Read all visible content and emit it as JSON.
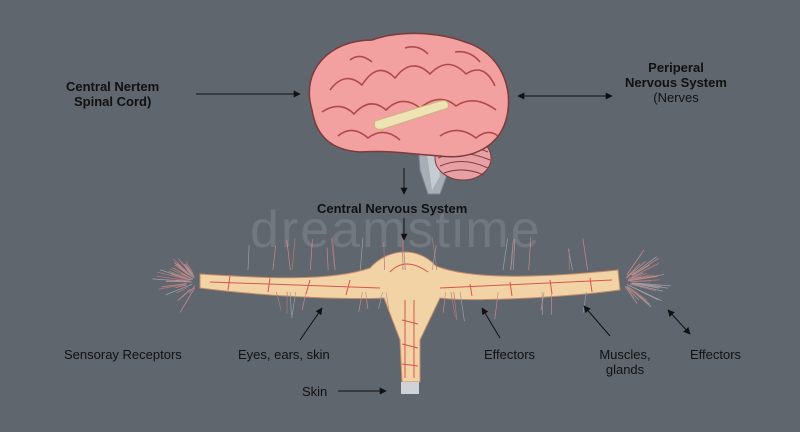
{
  "labels": {
    "central_left": [
      "Central Nertem",
      "Spinal Cord)"
    ],
    "peripheral": [
      "Periperal",
      "Nervous System",
      "(Nerves"
    ],
    "central_nervous_system": "Central Nervous System",
    "sensory_receptors": "Sensoray Receptors",
    "eyes_ears_skin": "Eyes, ears, skin",
    "effectors_1": "Effectors",
    "muscles_glands": [
      "Muscles,",
      "glands"
    ],
    "effectors_2": "Effectors",
    "skin": "Skin"
  },
  "watermark": "dreamstime",
  "colors": {
    "background": "#5f666e",
    "brain": "#f2a0a0",
    "brain_fold": "#c0504d",
    "nerve_tissue": "#f1d3a6",
    "nerve_fibers": "#d9534f",
    "arrow": "#111111"
  }
}
